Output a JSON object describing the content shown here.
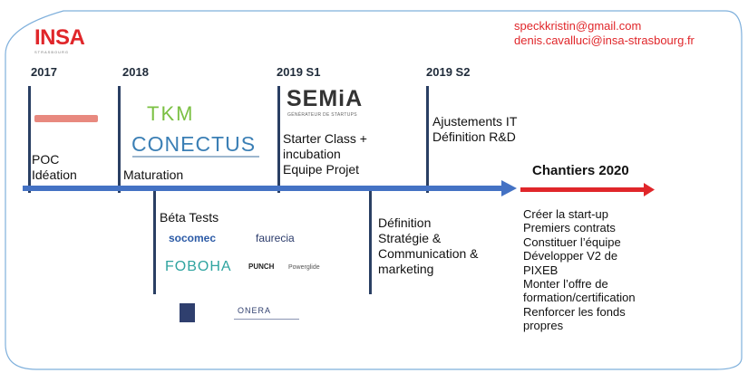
{
  "contacts": [
    "speckkristin@gmail.com",
    "denis.cavalluci@insa-strasbourg.fr"
  ],
  "logos": {
    "insa": "INSA",
    "insa_sub": "STRASBOURG",
    "tkm": "TKM",
    "conectus": "CONECTUS",
    "semia": "SEMiA",
    "semia_sub": "GÉNÉRATEUR DE STARTUPS",
    "socomec": "socomec",
    "faurecia": "faurecia",
    "foboha": "FOBOHA",
    "punch": "PUNCH",
    "powerglide": "Powerglide",
    "onera": "ONERA"
  },
  "milestones": [
    {
      "year": "2017",
      "lines": [
        "POC",
        "Idéation"
      ]
    },
    {
      "year": "2018",
      "lines": [
        "Maturation"
      ]
    },
    {
      "year": "2019 S1",
      "lines": [
        "Starter Class +",
        "incubation",
        "Equipe Projet"
      ]
    },
    {
      "year": "2019 S2",
      "lines": [
        "Ajustements IT",
        "Définition R&D"
      ]
    }
  ],
  "below": {
    "beta_title": "Béta Tests",
    "definition_lines": [
      "Définition",
      "Stratégie &",
      "Communication &",
      "marketing"
    ]
  },
  "chantiers": {
    "title": "Chantiers 2020",
    "items": [
      "Créer la start-up",
      "Premiers contrats",
      "Constituer l’équipe",
      "Développer V2 de",
      "PIXEB",
      "Monter l’offre de",
      "formation/certification",
      "Renforcer les fonds",
      "propres"
    ]
  },
  "colors": {
    "timeline": "#4472c4",
    "accent": "#e0262a",
    "frame": "#5b9bd5",
    "bars": "#2a3f63"
  }
}
